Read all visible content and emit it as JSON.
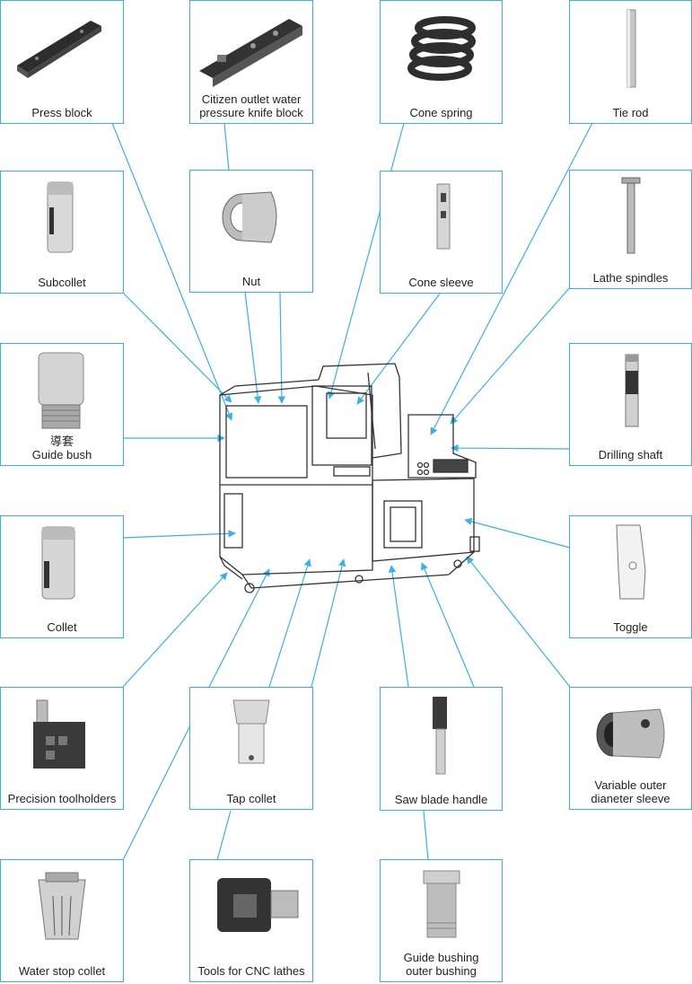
{
  "parts": [
    {
      "id": "press-block",
      "label": "Press block"
    },
    {
      "id": "citizen-knife-block",
      "label": "Citizen outlet water\npressure knife block"
    },
    {
      "id": "cone-spring",
      "label": "Cone spring"
    },
    {
      "id": "tie-rod",
      "label": "Tie rod"
    },
    {
      "id": "subcollet",
      "label": "Subcollet"
    },
    {
      "id": "nut",
      "label": "Nut"
    },
    {
      "id": "cone-sleeve",
      "label": "Cone sleeve"
    },
    {
      "id": "lathe-spindles",
      "label": "Lathe spindles"
    },
    {
      "id": "guide-bush",
      "label": "導套\nGuide bush"
    },
    {
      "id": "drilling-shaft",
      "label": "Drilling shaft"
    },
    {
      "id": "collet",
      "label": "Collet"
    },
    {
      "id": "toggle",
      "label": "Toggle"
    },
    {
      "id": "precision-toolholders",
      "label": "Precision toolholders"
    },
    {
      "id": "tap-collet",
      "label": "Tap collet"
    },
    {
      "id": "saw-blade-handle",
      "label": "Saw blade handle"
    },
    {
      "id": "variable-sleeve",
      "label": "Variable outer\ndianeter sleeve"
    },
    {
      "id": "water-stop-collet",
      "label": "Water stop collet"
    },
    {
      "id": "tools-cnc-lathes",
      "label": "Tools for CNC lathes"
    },
    {
      "id": "guide-bushing-outer",
      "label": "Guide  bushing\nouter bushing"
    }
  ],
  "colors": {
    "connector": "#3bb0e3",
    "machine_outline": "#333333"
  },
  "icons": {
    "machine": "cnc-swiss-lathe-illustration"
  }
}
